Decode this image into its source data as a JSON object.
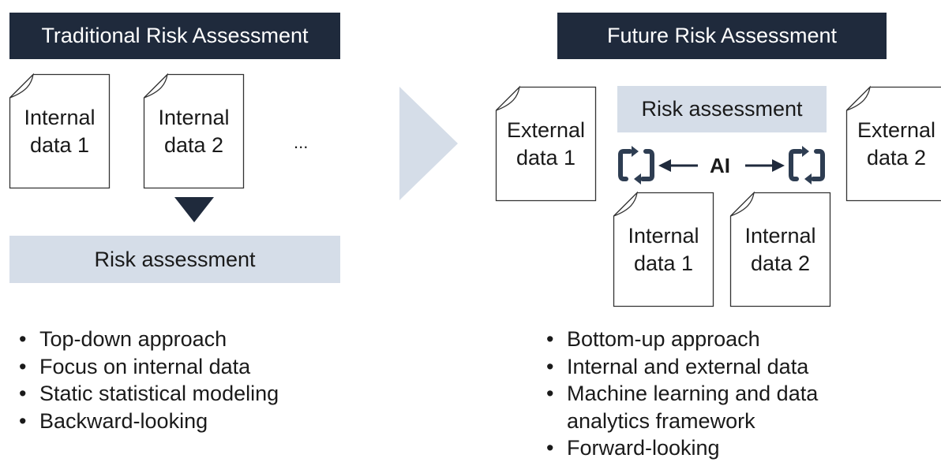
{
  "left": {
    "header": "Traditional Risk Assessment",
    "docs": [
      "Internal\ndata 1",
      "Internal\ndata 2"
    ],
    "ellipsis": "...",
    "bar": "Risk assessment",
    "bullets": [
      "Top-down approach",
      "Focus on internal data",
      "Static statistical modeling",
      "Backward-looking"
    ]
  },
  "right": {
    "header": "Future Risk Assessment",
    "bar": "Risk assessment",
    "ai_label": "AI",
    "external_docs": [
      "External\ndata 1",
      "External\ndata 2"
    ],
    "internal_docs": [
      "Internal\ndata 1",
      "Internal\ndata 2"
    ],
    "bullets": [
      "Bottom-up approach",
      "Internal and external data",
      "Machine learning and data\nanalytics framework",
      "Forward-looking"
    ]
  },
  "icons": {
    "big_arrow": "chevron-right-icon",
    "down_arrow": "triangle-down-icon",
    "cycle": "refresh-cycle-icon"
  },
  "colors": {
    "header_bg": "#1f2a3c",
    "bar_bg": "#d5dde8",
    "big_arrow": "#d5dde8",
    "icon": "#2e3d52",
    "doc_stroke": "#333333"
  }
}
